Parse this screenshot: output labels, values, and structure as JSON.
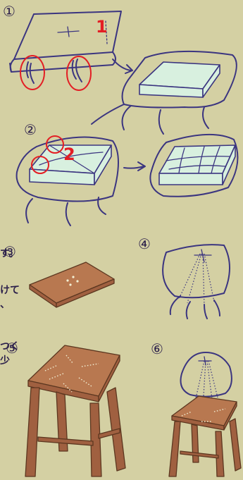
{
  "steps": {
    "s1": "①",
    "s2": "②",
    "s3": "③",
    "s4": "④",
    "s5": "⑤",
    "s6": "⑥"
  },
  "marks": {
    "mark1": "1",
    "mark2": "2"
  },
  "text_fragments": {
    "f1": "す。",
    "f2": "けて",
    "f3": "、",
    "f4": "つく",
    "f5": "少"
  },
  "colors": {
    "background": "#d4d0a3",
    "line": "#3b3580",
    "accent_red": "#e31e24",
    "cushion": "#d8f0df",
    "wood": "#a06040"
  }
}
